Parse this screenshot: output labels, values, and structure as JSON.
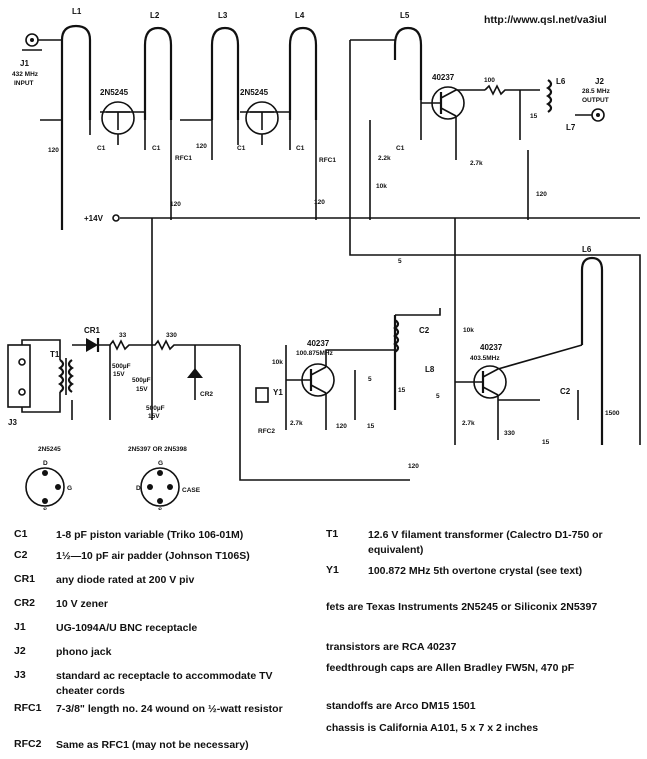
{
  "url": "http://www.qsl.net/va3iul",
  "labels": {
    "L1": "L1",
    "L2": "L2",
    "L3": "L3",
    "L4": "L4",
    "L5": "L5",
    "L6": "L6",
    "L6b": "L6",
    "L7": "L7",
    "L8": "L8",
    "J1": "J1",
    "J1_freq": "432 MHz",
    "J1_input": "INPUT",
    "J2": "J2",
    "J2_freq": "28.5 MHz",
    "J2_output": "OUTPUT",
    "J3": "J3",
    "fet1": "2N5245",
    "fet2": "2N5245",
    "q1": "40237",
    "q2": "40237",
    "q3": "40237",
    "q2_freq": "100.875MHz",
    "q3_freq": "403.5MHz",
    "C1a": "C1",
    "C1b": "C1",
    "C1c": "C1",
    "C1d": "C1",
    "C1e": "C1",
    "C2a": "C2",
    "C2b": "C2",
    "RFC1a": "RFC1",
    "RFC1b": "RFC1",
    "RFC2": "RFC2",
    "CR1": "CR1",
    "CR2": "CR2",
    "T1": "T1",
    "Y1": "Y1",
    "r120a": "120",
    "r120b": "120",
    "r120c": "120",
    "r120d": "120",
    "r120e": "120",
    "r120f": "120",
    "r120g": "120",
    "r100": "100",
    "r15": "15",
    "r15b": "15",
    "r15c": "15",
    "r22k": "2.2k",
    "r27k": "2.7k",
    "r27kb": "2.7k",
    "r27kc": "2.7k",
    "r10k": "10k",
    "r10kb": "10k",
    "r10kc": "10k",
    "r33": "33",
    "r330": "330",
    "r330b": "330",
    "r1500": "1500",
    "c5": "5",
    "c5b": "5",
    "c5c": "5",
    "cap500a": "500µF",
    "cap15va": "15V",
    "cap500b": "500µF",
    "cap15vb": "15V",
    "cap500c": "500µF",
    "cap15vc": "15V",
    "supply": "+14V",
    "pin_title1": "2N5245",
    "pin_title2": "2N5397 OR 2N5398",
    "pinD": "D",
    "pinG": "G",
    "pinS": "S",
    "pinD2": "D",
    "pinG2": "G",
    "pinS2": "S",
    "pinCase": "CASE"
  },
  "parts": [
    {
      "ref": "C1",
      "desc": "1-8 pF piston variable (Triko 106-01M)"
    },
    {
      "ref": "C2",
      "desc": "1½—10 pF air padder (Johnson T106S)"
    },
    {
      "ref": "CR1",
      "desc": "any diode rated at 200 V piv"
    },
    {
      "ref": "CR2",
      "desc": "10 V zener"
    },
    {
      "ref": "J1",
      "desc": "UG-1094A/U BNC receptacle"
    },
    {
      "ref": "J2",
      "desc": "phono jack"
    },
    {
      "ref": "J3",
      "desc": "standard ac receptacle to accommodate TV cheater cords"
    },
    {
      "ref": "RFC1",
      "desc": "7-3/8\" length no. 24 wound on ½-watt resistor"
    },
    {
      "ref": "RFC2",
      "desc": "Same as RFC1 (may not be necessary)"
    }
  ],
  "parts_right": [
    {
      "ref": "T1",
      "desc": "12.6 V filament transformer (Calectro D1-750 or equivalent)"
    },
    {
      "ref": "Y1",
      "desc": "100.872 MHz 5th overtone crystal (see text)"
    }
  ],
  "notes": [
    "fets are Texas Instruments 2N5245 or Siliconix 2N5397",
    "transistors are RCA 40237",
    "feedthrough caps are Allen Bradley FW5N, 470 pF",
    "standoffs are Arco DM15 1501",
    "chassis is California A101, 5 x 7 x 2 inches"
  ]
}
